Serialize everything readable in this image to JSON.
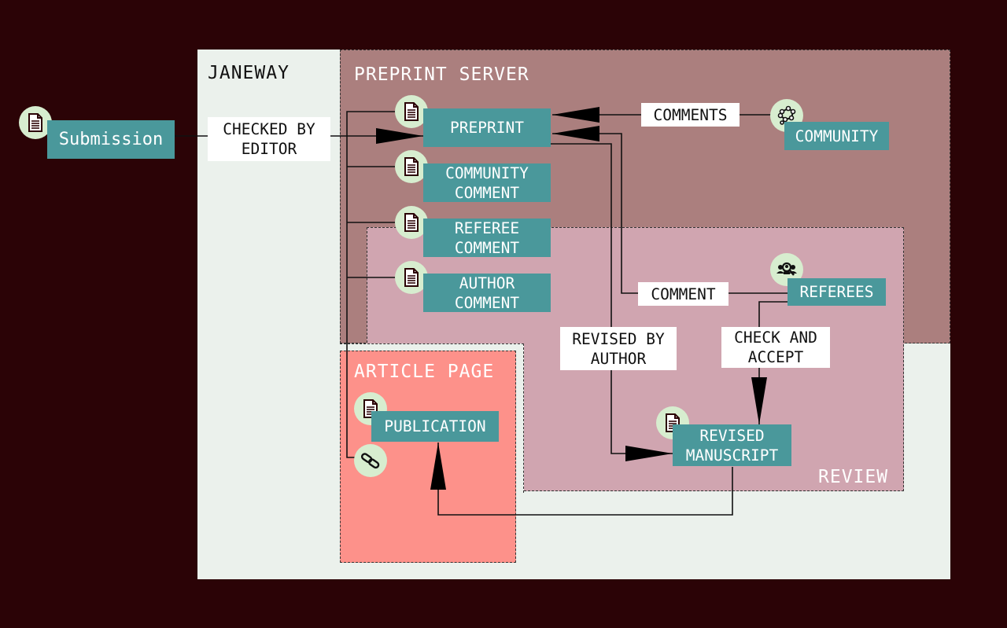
{
  "regions": {
    "janeway": "JANEWAY",
    "preprint_server": "PREPRINT SERVER",
    "review": "REVIEW",
    "article_page": "ARTICLE PAGE"
  },
  "nodes": {
    "submission": "Submission",
    "preprint": "PREPRINT",
    "community_comment": [
      "COMMUNITY",
      "COMMENT"
    ],
    "referee_comment": [
      "REFEREE",
      "COMMENT"
    ],
    "author_comment": [
      "AUTHOR",
      "COMMENT"
    ],
    "community": "COMMUNITY",
    "referees": "REFEREES",
    "revised_manuscript": [
      "REVISED",
      "MANUSCRIPT"
    ],
    "publication": "PUBLICATION"
  },
  "edge_labels": {
    "checked_by_editor": [
      "CHECKED BY",
      "EDITOR"
    ],
    "comments": "COMMENTS",
    "comment": "COMMENT",
    "revised_by_author": [
      "REVISED BY",
      "AUTHOR"
    ],
    "check_and_accept": [
      "CHECK AND",
      "ACCEPT"
    ]
  },
  "icons": {
    "document": "document-icon",
    "network": "network-icon",
    "reviewers": "reviewers-icon",
    "link": "link-icon"
  },
  "colors": {
    "background": "#2b0306",
    "janeway": "#ebf1ec",
    "preprint_server": "#ab7f7e",
    "review": "#d0a5b0",
    "article_page": "#fd918a",
    "node": "#4a989b",
    "icon_badge": "#d7edcf"
  }
}
